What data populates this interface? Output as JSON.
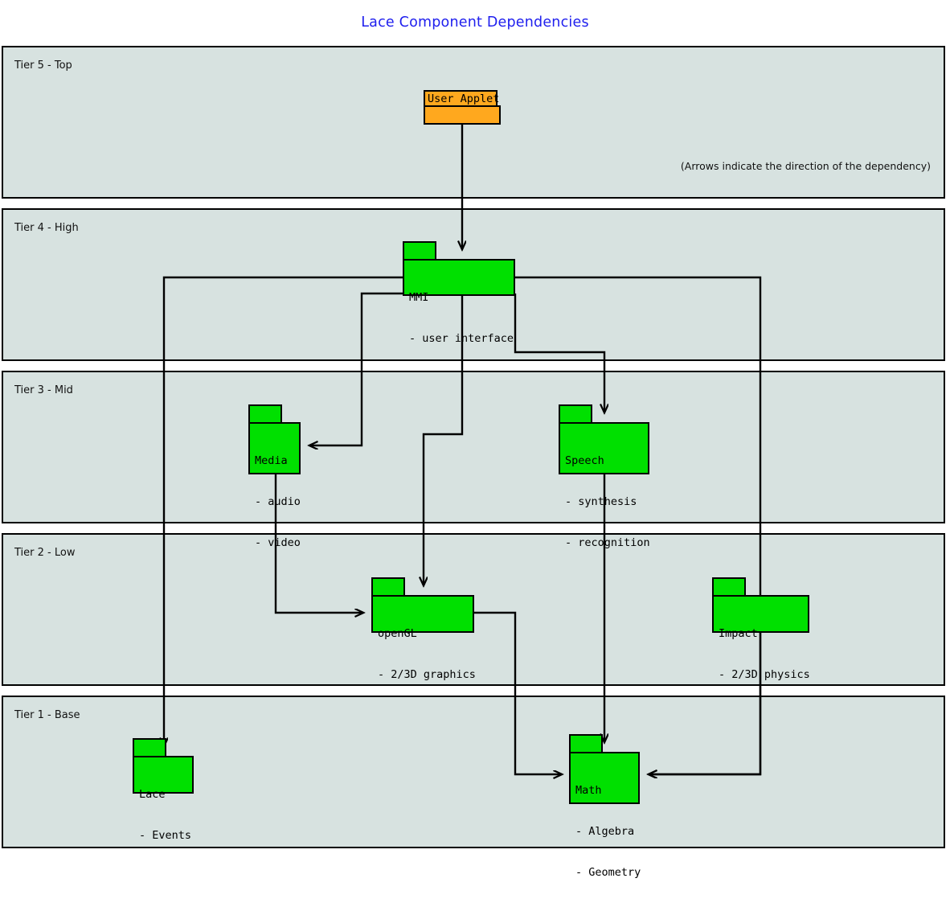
{
  "title": "Lace Component Dependencies",
  "note": "(Arrows indicate the direction of the dependency)",
  "colors": {
    "title": "#2020ee",
    "tier_background": "#d7e2e0",
    "package_fill": "#00e000",
    "applet_fill": "#ffa81e",
    "stroke": "#000000"
  },
  "tiers": [
    {
      "id": "tier5",
      "label": "Tier 5 - Top"
    },
    {
      "id": "tier4",
      "label": "Tier 4 - High"
    },
    {
      "id": "tier3",
      "label": "Tier 3 - Mid"
    },
    {
      "id": "tier2",
      "label": "Tier 2 - Low"
    },
    {
      "id": "tier1",
      "label": "Tier 1 - Base"
    }
  ],
  "nodes": [
    {
      "id": "user-applet",
      "name": "User Applet",
      "items": [],
      "tier": "Tier 5 - Top",
      "fill": "#ffa81e"
    },
    {
      "id": "mmi",
      "name": "MMI",
      "items": [
        "- user interface"
      ],
      "tier": "Tier 4 - High",
      "fill": "#00e000"
    },
    {
      "id": "media",
      "name": "Media",
      "items": [
        "- audio",
        "- video"
      ],
      "tier": "Tier 3 - Mid",
      "fill": "#00e000"
    },
    {
      "id": "speech",
      "name": "Speech",
      "items": [
        "- synthesis",
        "- recognition"
      ],
      "tier": "Tier 3 - Mid",
      "fill": "#00e000"
    },
    {
      "id": "opengl",
      "name": "openGL",
      "items": [
        "- 2/3D graphics"
      ],
      "tier": "Tier 2 - Low",
      "fill": "#00e000"
    },
    {
      "id": "impact",
      "name": "Impact",
      "items": [
        "- 2/3D physics"
      ],
      "tier": "Tier 2 - Low",
      "fill": "#00e000"
    },
    {
      "id": "lace",
      "name": "Lace",
      "items": [
        "- Events"
      ],
      "tier": "Tier 1 - Base",
      "fill": "#00e000"
    },
    {
      "id": "math",
      "name": "Math",
      "items": [
        "- Algebra",
        "- Geometry"
      ],
      "tier": "Tier 1 - Base",
      "fill": "#00e000"
    }
  ],
  "node_text": {
    "user_applet": {
      "name": "User Applet"
    },
    "mmi": {
      "name": "MMI",
      "line1": "- user interface"
    },
    "media": {
      "name": "Media",
      "line1": "- audio",
      "line2": "- video"
    },
    "speech": {
      "name": "Speech",
      "line1": "- synthesis",
      "line2": "- recognition"
    },
    "opengl": {
      "name": "openGL",
      "line1": "- 2/3D graphics"
    },
    "impact": {
      "name": "Impact",
      "line1": "- 2/3D physics"
    },
    "lace": {
      "name": "Lace",
      "line1": "- Events"
    },
    "math": {
      "name": "Math",
      "line1": "- Algebra",
      "line2": "- Geometry"
    }
  },
  "edges": [
    {
      "from": "User Applet",
      "to": "MMI"
    },
    {
      "from": "MMI",
      "to": "Lace"
    },
    {
      "from": "MMI",
      "to": "Media"
    },
    {
      "from": "MMI",
      "to": "openGL"
    },
    {
      "from": "MMI",
      "to": "Speech"
    },
    {
      "from": "MMI",
      "to": "Math"
    },
    {
      "from": "Media",
      "to": "openGL"
    },
    {
      "from": "Speech",
      "to": "Math"
    },
    {
      "from": "openGL",
      "to": "Math"
    },
    {
      "from": "Impact",
      "to": "Math"
    }
  ]
}
